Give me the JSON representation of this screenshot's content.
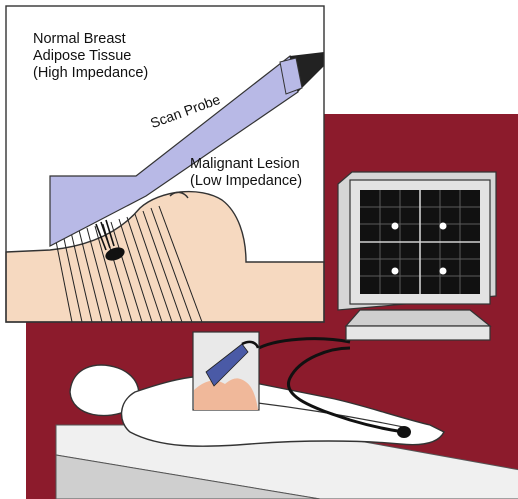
{
  "labels": {
    "normal_tissue": [
      "Normal Breast",
      "Adipose Tissue",
      "(High Impedance)"
    ],
    "malignant": [
      "Malignant Lesion",
      "(Low Impedance)"
    ],
    "probe": "Scan Probe"
  },
  "colors": {
    "backdrop": "#8c1b2c",
    "skin": "#f6d9c0",
    "probe": "#b8b9e6",
    "monitor_screen": "#111111",
    "monitor_frame": "#e3e3e3",
    "inset_probe": "#4a5aa6"
  },
  "icons": [
    "scan-probe-icon",
    "monitor-icon",
    "patient-figure-icon",
    "lesion-icon"
  ]
}
